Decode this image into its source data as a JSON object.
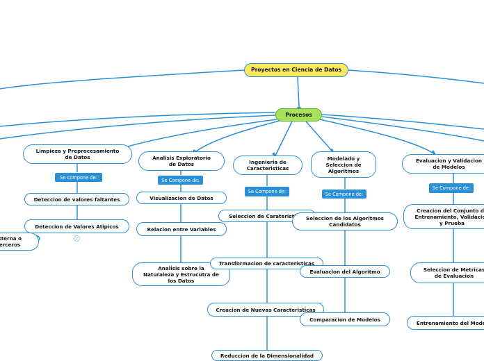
{
  "root": "Proyectos en Ciencia de Datos",
  "hub": "Procesos",
  "relation_label": "Se compone de:",
  "relation_label_cap": "Se Compone de:",
  "branches": {
    "limpieza": {
      "title": "Limpieza y  Preprocesamiento\nde Datos",
      "label": "Se compone de:",
      "items": [
        "Deteccion de valores faltantes",
        "Deteccion de Valores Atipicos"
      ]
    },
    "analisis": {
      "title": "Analisis Exploratorio\nde Datos",
      "label": "Se Compone de:",
      "items": [
        "Visualizacion de Datos",
        "Relacion entre Variables",
        "Analisis sobre la\nNaturaleza y Estrucutra de\nlos Datos"
      ]
    },
    "ingenieria": {
      "title": "Ingenieria de\nCaracteristicas",
      "label": "Se Compone de:",
      "items": [
        "Seleccion de Carateristicas",
        "Transformacion de caracteristicas",
        "Creacion de Nuevas Caracteristicas",
        "Reduccion de la Dimensionalidad"
      ]
    },
    "modelado": {
      "title": "Modelado y\nSeleccion de\nAlgoritmos",
      "label": "Se Compone de:",
      "items": [
        "Seleccion de los Algoritmos\nCandidatos",
        "Evaluacion del Algoritmo",
        "Comparacion de Modelos"
      ]
    },
    "evaluacion": {
      "title": "Evaluacion y Validacion\nde Modelos",
      "label": "Se Compone de:",
      "items": [
        "Creacion del Conjunto de\nEntrenamiento, Validacion\ny Prueba",
        "Seleccion de Metricas\nde Evaluacion",
        "Entrenamiento del Modelo"
      ]
    }
  },
  "partial_left_node": "xterna o\nerceros",
  "badge_count": "2",
  "colors": {
    "line": "#2a8fd4",
    "root_fill": "#fde95e",
    "hub_fill": "#a7e35a",
    "label_fill": "#2a8fd4"
  }
}
